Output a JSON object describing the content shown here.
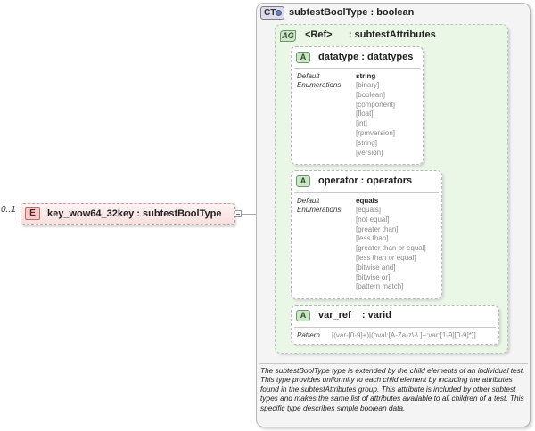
{
  "element": {
    "occurrence": "0..1",
    "badge": "E",
    "title": "key_wow64_32key : subtestBoolType"
  },
  "complex_type": {
    "badge": "CT",
    "title": "subtestBoolType : boolean",
    "attribute_group": {
      "badge": "AG",
      "title": "<Ref>      : subtestAttributes",
      "attributes": [
        {
          "badge": "A",
          "title": "datatype : datatypes",
          "default_label": "Default",
          "default_value": "string",
          "enum_label": "Enumerations",
          "enumerations": [
            "[binary]",
            "[boolean]",
            "[component]",
            "[float]",
            "[int]",
            "[rpmversion]",
            "[string]",
            "[version]"
          ]
        },
        {
          "badge": "A",
          "title": "operator : operators",
          "default_label": "Default",
          "default_value": "equals",
          "enum_label": "Enumerations",
          "enumerations": [
            "[equals]",
            "[not equal]",
            "[greater than]",
            "[less than]",
            "[greater than or equal]",
            "[less than or equal]",
            "[bitwise and]",
            "[bitwise or]",
            "[pattern match]"
          ]
        },
        {
          "badge": "A",
          "title": "var_ref    : varid",
          "pattern_label": "Pattern",
          "pattern_value": "[(var-[0-9]+)|(oval:[A-Za-z\\-\\.]+:var:[1-9][0-9]*)]"
        }
      ]
    },
    "documentation": "The subtestBoolType type is extended by the child elements of an individual test.  This type provides uniformity to each child element by including the attributes found in the subtestAttributes group.  This attribute is included by other subtest types and makes the same list of attributes available to all children of a test.  This specific type describes simple boolean data."
  }
}
